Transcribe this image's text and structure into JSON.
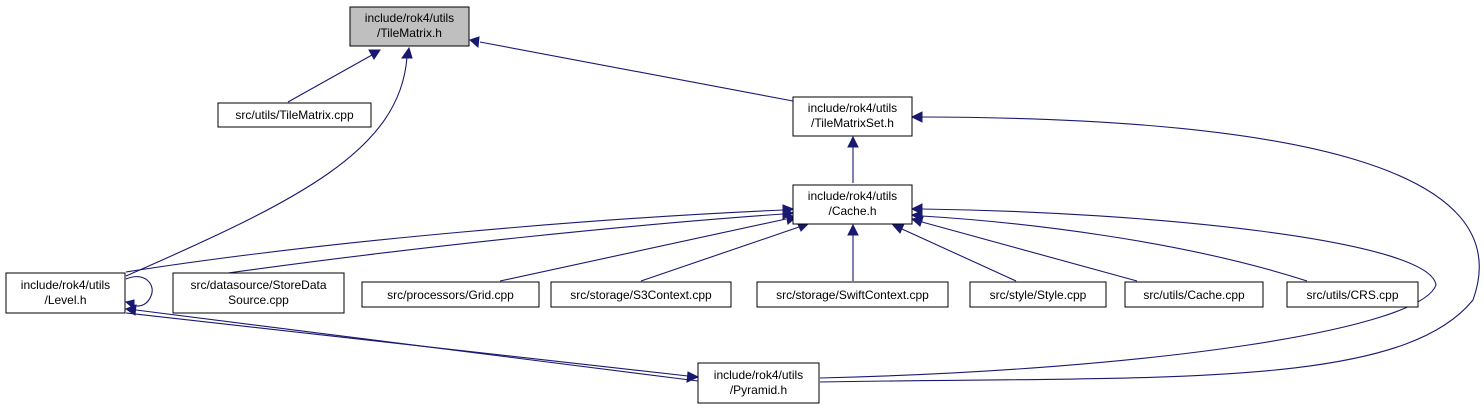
{
  "colors": {
    "edge": "#191970",
    "highlight_fill": "#bfbfbf",
    "node_fill": "#ffffff",
    "node_border": "#000000"
  },
  "nodes": {
    "tilematrix_h": [
      "include/rok4/utils",
      "/TileMatrix.h"
    ],
    "tilematrix_cpp": [
      "src/utils/TileMatrix.cpp"
    ],
    "tilematrixset_h": [
      "include/rok4/utils",
      "/TileMatrixSet.h"
    ],
    "cache_h": [
      "include/rok4/utils",
      "/Cache.h"
    ],
    "level_h": [
      "include/rok4/utils",
      "/Level.h"
    ],
    "storedatasource_cpp": [
      "src/datasource/StoreData",
      "Source.cpp"
    ],
    "grid_cpp": [
      "src/processors/Grid.cpp"
    ],
    "s3context_cpp": [
      "src/storage/S3Context.cpp"
    ],
    "swiftcontext_cpp": [
      "src/storage/SwiftContext.cpp"
    ],
    "style_cpp": [
      "src/style/Style.cpp"
    ],
    "cache_cpp": [
      "src/utils/Cache.cpp"
    ],
    "crs_cpp": [
      "src/utils/CRS.cpp"
    ],
    "pyramid_h": [
      "include/rok4/utils",
      "/Pyramid.h"
    ]
  }
}
